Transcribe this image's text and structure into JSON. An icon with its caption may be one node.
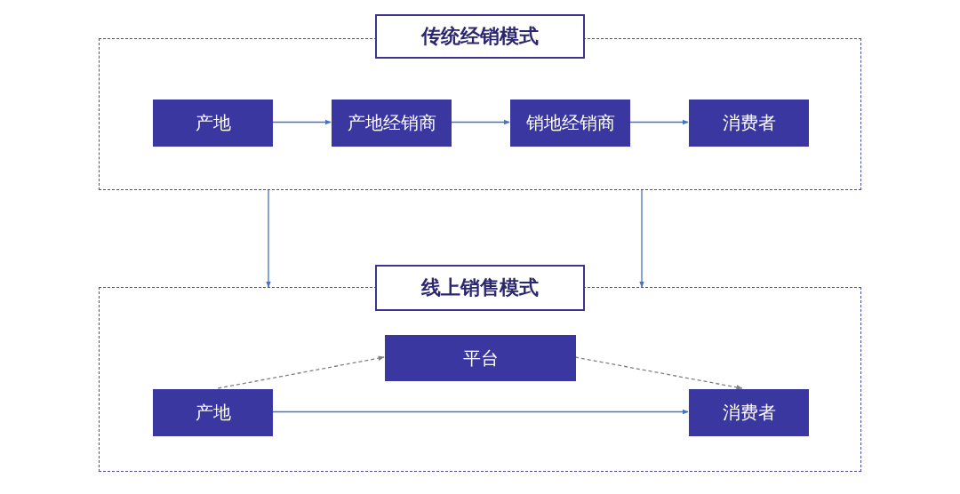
{
  "diagram": {
    "nodes": [
      {
        "text": [
          "传统经销模式"
        ]
      },
      {
        "text": [
          "产地"
        ],
        "in": 0
      },
      {
        "text": [
          "产地经销商"
        ],
        "in": 0
      },
      {
        "text": [
          "销地经销商"
        ],
        "in": 0
      },
      {
        "text": [
          "消费者"
        ],
        "in": 0
      },
      {
        "text": [
          "线上销售模式"
        ]
      },
      {
        "text": [
          "产地"
        ],
        "in": 5
      },
      {
        "text": [
          "平台"
        ],
        "in": 5
      },
      {
        "text": [
          "消费者"
        ],
        "in": 5
      }
    ],
    "edges": [
      {
        "from": 1,
        "to": 2,
        "arrow": "to"
      },
      {
        "from": 2,
        "to": 3,
        "arrow": "to"
      },
      {
        "from": 3,
        "to": 4,
        "arrow": "to"
      },
      {
        "from": 0,
        "to": 5,
        "arrow": "to"
      },
      {
        "from": 0,
        "to": 5,
        "arrow": "to"
      },
      {
        "from": 6,
        "to": 7,
        "arrow": "to",
        "style": "dashed",
        "color": "#808080"
      },
      {
        "from": 7,
        "to": 8,
        "arrow": "to",
        "style": "dashed",
        "color": "#808080"
      },
      {
        "from": 6,
        "to": 8,
        "arrow": "to"
      }
    ]
  }
}
